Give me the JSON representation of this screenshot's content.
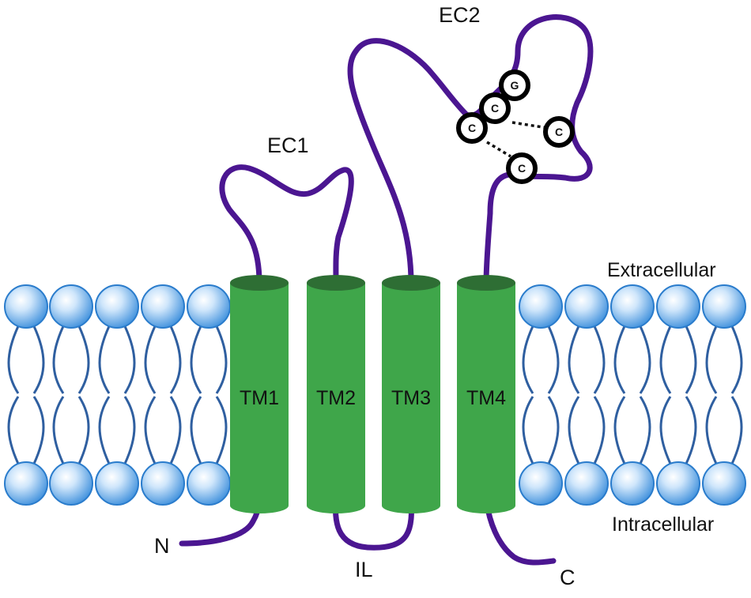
{
  "labels": {
    "extracellular": "Extracellular",
    "intracellular": "Intracellular",
    "ec1": "EC1",
    "ec2": "EC2",
    "il": "IL",
    "n_terminus": "N",
    "c_terminus": "C"
  },
  "helices": [
    {
      "id": "tm1",
      "label": "TM1"
    },
    {
      "id": "tm2",
      "label": "TM2"
    },
    {
      "id": "tm3",
      "label": "TM3"
    },
    {
      "id": "tm4",
      "label": "TM4"
    }
  ],
  "residues": [
    {
      "id": "g",
      "label": "G"
    },
    {
      "id": "c1",
      "label": "C"
    },
    {
      "id": "c2",
      "label": "C"
    },
    {
      "id": "c3",
      "label": "C"
    },
    {
      "id": "c4",
      "label": "C"
    }
  ],
  "colors": {
    "helix": "#3fa64a",
    "helix_top": "#2e6e34",
    "chain": "#4b1691",
    "lipid_head": "#4a9ee0",
    "lipid_tail": "#2f5fa0"
  }
}
